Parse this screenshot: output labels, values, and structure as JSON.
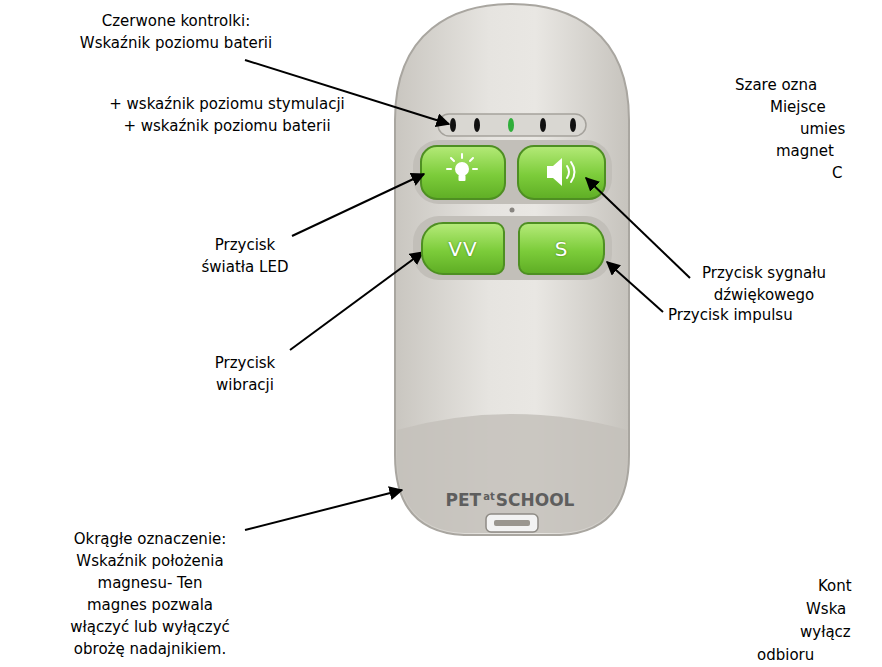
{
  "diagram": {
    "nodes": [
      {
        "text": [
          "VV"
        ]
      },
      {
        "text": [
          "S"
        ]
      }
    ],
    "labels": [
      "Czerwone kontrolki: Wskaźnik poziomu baterii",
      "+ wskaźnik poziomu stymulacji + wskaźnik poziomu baterii",
      "Szare ozna",
      "Miejsce",
      "umies",
      "magnet",
      "C",
      "Przycisk światła LED",
      "Przycisk sygnału dźwiękowego",
      "Przycisk impulsu",
      "Przycisk wibracji",
      "Okrągłe oznaczenie: Wskaźnik położenia magnesu- Ten magnes pozwala włączyć lub wyłączyć obrożę nadajnikiem.",
      "PET",
      "at",
      "SCHOOL",
      "Kont",
      "Wska",
      "wyłącz",
      "odbioru"
    ]
  }
}
